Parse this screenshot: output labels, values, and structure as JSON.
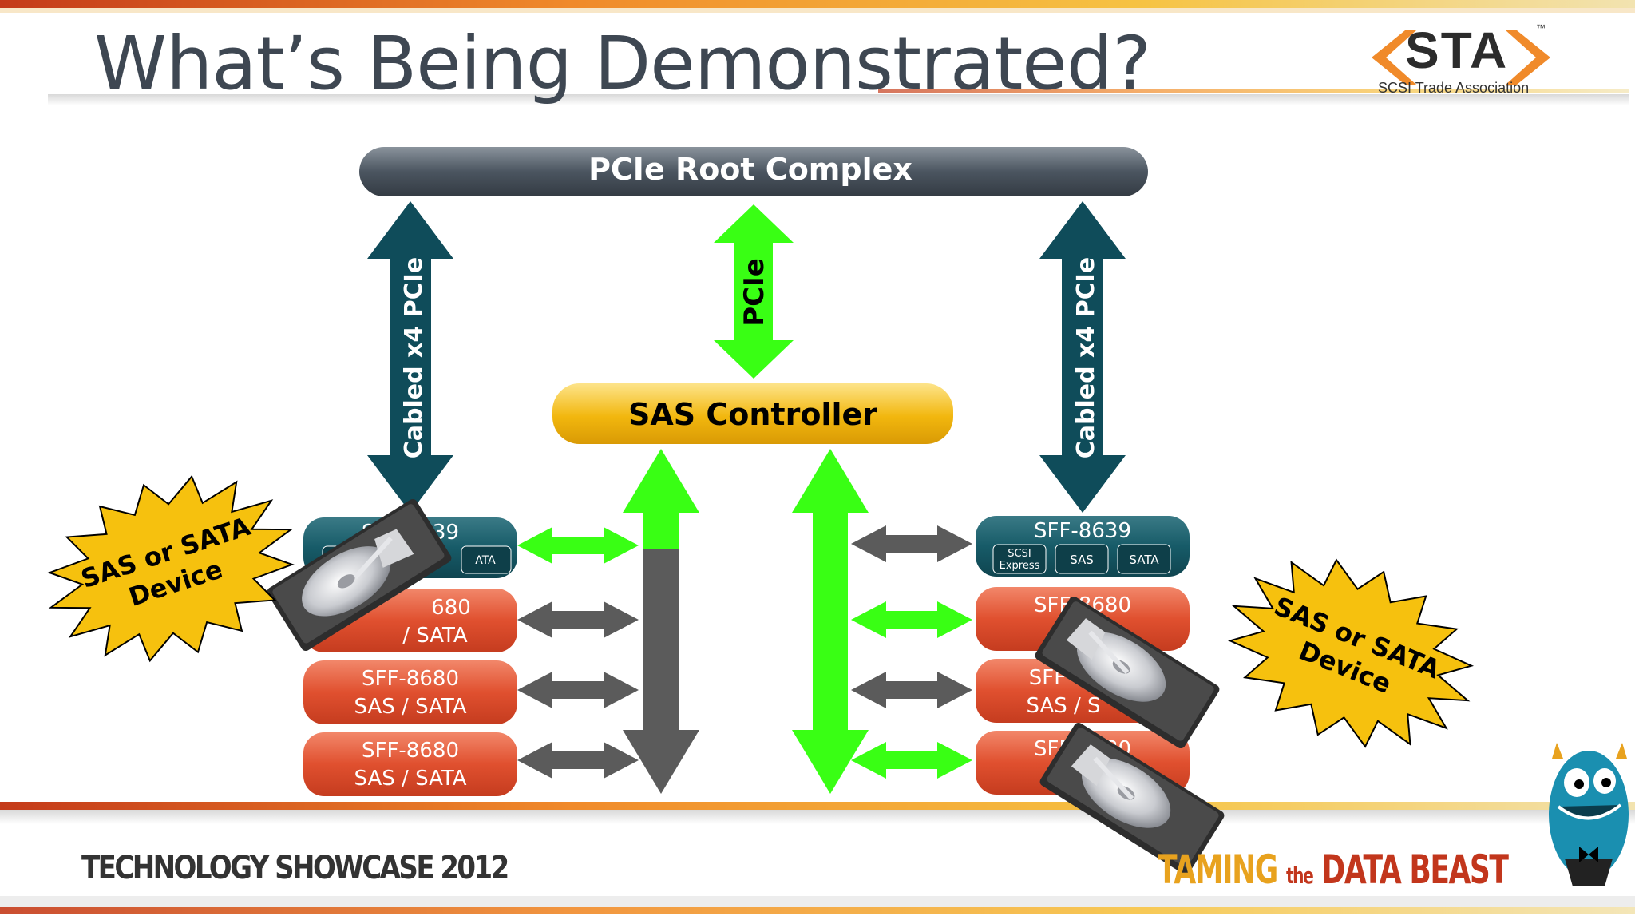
{
  "slide": {
    "title": "What’s Being Demonstrated?"
  },
  "logo": {
    "name": "STA",
    "tagline": "SCSI Trade Association",
    "tm": "™"
  },
  "diagram": {
    "root_complex": "PCIe Root Complex",
    "sas_controller": "SAS Controller",
    "link_left": "Cabled x4 PCIe",
    "link_center": "PCIe",
    "link_right": "Cabled x4 PCIe",
    "left_connector": {
      "title": "SFF-8639",
      "partial_left": "S",
      "partial_left2": "E",
      "partial_right": "ATA"
    },
    "right_connector": {
      "title": "SFF-8639",
      "modes": [
        "SCSI",
        "Express",
        "SAS",
        "SATA"
      ]
    },
    "left_slots": [
      {
        "title": "680",
        "sub": "/ SATA"
      },
      {
        "title": "SFF-8680",
        "sub": "SAS / SATA"
      },
      {
        "title": "SFF-8680",
        "sub": "SAS / SATA"
      }
    ],
    "right_slots": [
      {
        "title": "SFF-8680",
        "sub": ""
      },
      {
        "title": "SFF",
        "sub": "SAS / S"
      },
      {
        "title": "SFF-8680",
        "sub": ""
      }
    ],
    "burst_left": [
      "SAS or SATA",
      "Device"
    ],
    "burst_right": [
      "SAS or SATA",
      "Device"
    ]
  },
  "footer": {
    "event": "TECHNOLOGY SHOWCASE 2012",
    "theme_a": "TAMING",
    "theme_b": "the",
    "theme_c": "DATA BEAST"
  },
  "colors": {
    "teal": "#0f4c5a",
    "green": "#39ff14",
    "gray": "#5b5b5b",
    "orange": "#e0502f",
    "gold": "#f2b70e",
    "burst": "#f6c10e"
  }
}
